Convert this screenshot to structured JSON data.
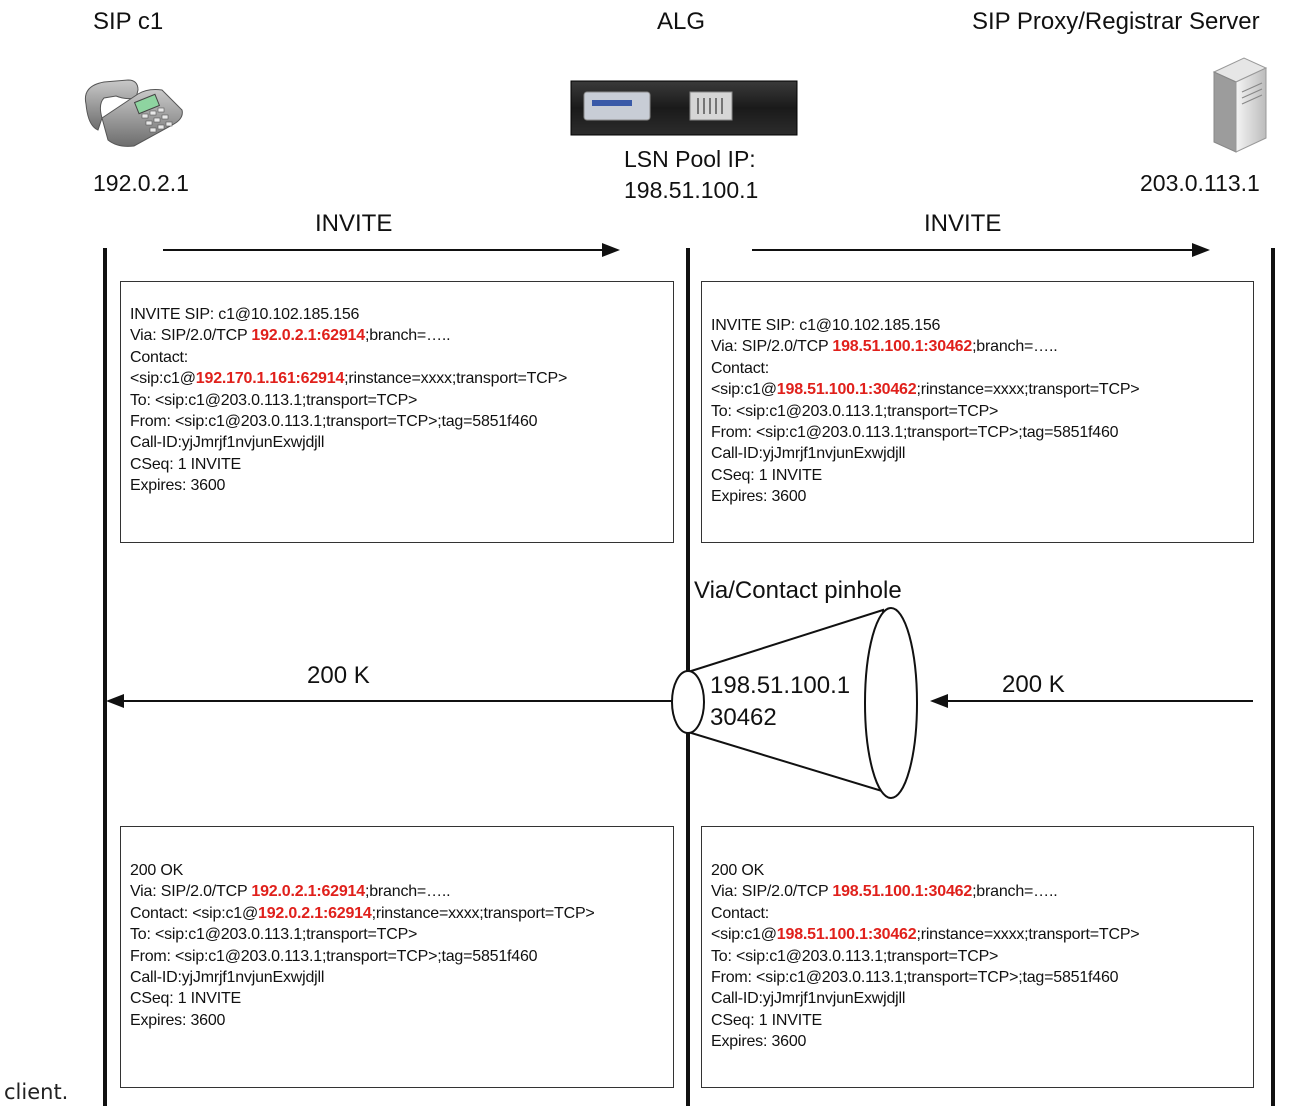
{
  "endpoints": {
    "client": {
      "title": "SIP c1",
      "ip": "192.0.2.1",
      "icon": "telephone-icon"
    },
    "alg": {
      "title": "ALG",
      "pool_label": "LSN Pool IP:",
      "pool_ip": "198.51.100.1",
      "icon": "alg-appliance-icon"
    },
    "server": {
      "title": "SIP Proxy/Registrar Server",
      "ip": "203.0.113.1",
      "icon": "server-icon"
    }
  },
  "arrows": {
    "invite_left": "INVITE",
    "invite_right": "INVITE",
    "ok_left": "200 K",
    "ok_right": "200 K"
  },
  "pinhole": {
    "label": "Via/Contact pinhole",
    "ip": "198.51.100.1",
    "port": "30462"
  },
  "boxes": {
    "invite_client": [
      [
        {
          "t": "INVITE SIP: c1@10.102.185.156"
        }
      ],
      [
        {
          "t": "Via: SIP/2.0/TCP "
        },
        {
          "t": "192.0.2.1:62914",
          "hl": true
        },
        {
          "t": ";branch=….."
        }
      ],
      [
        {
          "t": "Contact:"
        }
      ],
      [
        {
          "t": "<sip:c1@"
        },
        {
          "t": "192.170.1.161:62914",
          "hl": true
        },
        {
          "t": ";rinstance=xxxx;transport=TCP>"
        }
      ],
      [
        {
          "t": "To: <sip:c1@203.0.113.1;transport=TCP>"
        }
      ],
      [
        {
          "t": "From: <sip:c1@203.0.113.1;transport=TCP>;tag=5851f460"
        }
      ],
      [
        {
          "t": "Call-ID:yjJmrjf1nvjunExwjdjll"
        }
      ],
      [
        {
          "t": "CSeq: 1 INVITE"
        }
      ],
      [
        {
          "t": "Expires: 3600"
        }
      ]
    ],
    "invite_server": [
      [
        {
          "t": "INVITE SIP: c1@10.102.185.156"
        }
      ],
      [
        {
          "t": "Via: SIP/2.0/TCP "
        },
        {
          "t": "198.51.100.1:30462",
          "hl": true
        },
        {
          "t": ";branch=….."
        }
      ],
      [
        {
          "t": "Contact:"
        }
      ],
      [
        {
          "t": "<sip:c1@"
        },
        {
          "t": "198.51.100.1:30462",
          "hl": true
        },
        {
          "t": ";rinstance=xxxx;transport=TCP>"
        }
      ],
      [
        {
          "t": "To: <sip:c1@203.0.113.1;transport=TCP>"
        }
      ],
      [
        {
          "t": "From: <sip:c1@203.0.113.1;transport=TCP>;tag=5851f460"
        }
      ],
      [
        {
          "t": "Call-ID:yjJmrjf1nvjunExwjdjll"
        }
      ],
      [
        {
          "t": "CSeq: 1 INVITE"
        }
      ],
      [
        {
          "t": "Expires: 3600"
        }
      ]
    ],
    "ok_client": [
      [
        {
          "t": "200 OK"
        }
      ],
      [
        {
          "t": "Via: SIP/2.0/TCP "
        },
        {
          "t": "192.0.2.1:62914",
          "hl": true
        },
        {
          "t": ";branch=….."
        }
      ],
      [
        {
          "t": "Contact: <sip:c1@"
        },
        {
          "t": "192.0.2.1:62914",
          "hl": true
        },
        {
          "t": ";rinstance=xxxx;transport=TCP>"
        }
      ],
      [
        {
          "t": "To: <sip:c1@203.0.113.1;transport=TCP>"
        }
      ],
      [
        {
          "t": "From: <sip:c1@203.0.113.1;transport=TCP>;tag=5851f460"
        }
      ],
      [
        {
          "t": "Call-ID:yjJmrjf1nvjunExwjdjll"
        }
      ],
      [
        {
          "t": "CSeq: 1 INVITE"
        }
      ],
      [
        {
          "t": "Expires: 3600"
        }
      ]
    ],
    "ok_server": [
      [
        {
          "t": "200 OK"
        }
      ],
      [
        {
          "t": "Via: SIP/2.0/TCP "
        },
        {
          "t": "198.51.100.1:30462",
          "hl": true
        },
        {
          "t": ";branch=….."
        }
      ],
      [
        {
          "t": "Contact:"
        }
      ],
      [
        {
          "t": "<sip:c1@"
        },
        {
          "t": "198.51.100.1:30462",
          "hl": true
        },
        {
          "t": ";rinstance=xxxx;transport=TCP>"
        }
      ],
      [
        {
          "t": "To: <sip:c1@203.0.113.1;transport=TCP>"
        }
      ],
      [
        {
          "t": "From: <sip:c1@203.0.113.1;transport=TCP>;tag=5851f460"
        }
      ],
      [
        {
          "t": "Call-ID:yjJmrjf1nvjunExwjdjll"
        }
      ],
      [
        {
          "t": "CSeq: 1 INVITE"
        }
      ],
      [
        {
          "t": "Expires: 3600"
        }
      ]
    ]
  },
  "caption": "client.",
  "colors": {
    "highlight": "#e0201b",
    "line": "#111111"
  }
}
